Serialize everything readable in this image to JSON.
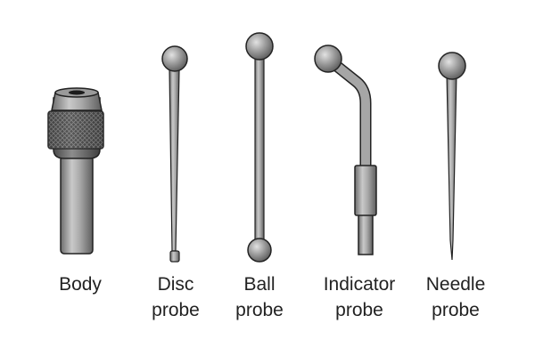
{
  "tools": [
    {
      "id": "body",
      "lines": [
        "Body"
      ]
    },
    {
      "id": "disc",
      "lines": [
        "Disc",
        "probe"
      ]
    },
    {
      "id": "ball",
      "lines": [
        "Ball",
        "probe"
      ]
    },
    {
      "id": "indicator",
      "lines": [
        "Indicator",
        "probe"
      ]
    },
    {
      "id": "needle",
      "lines": [
        "Needle",
        "probe"
      ]
    }
  ]
}
